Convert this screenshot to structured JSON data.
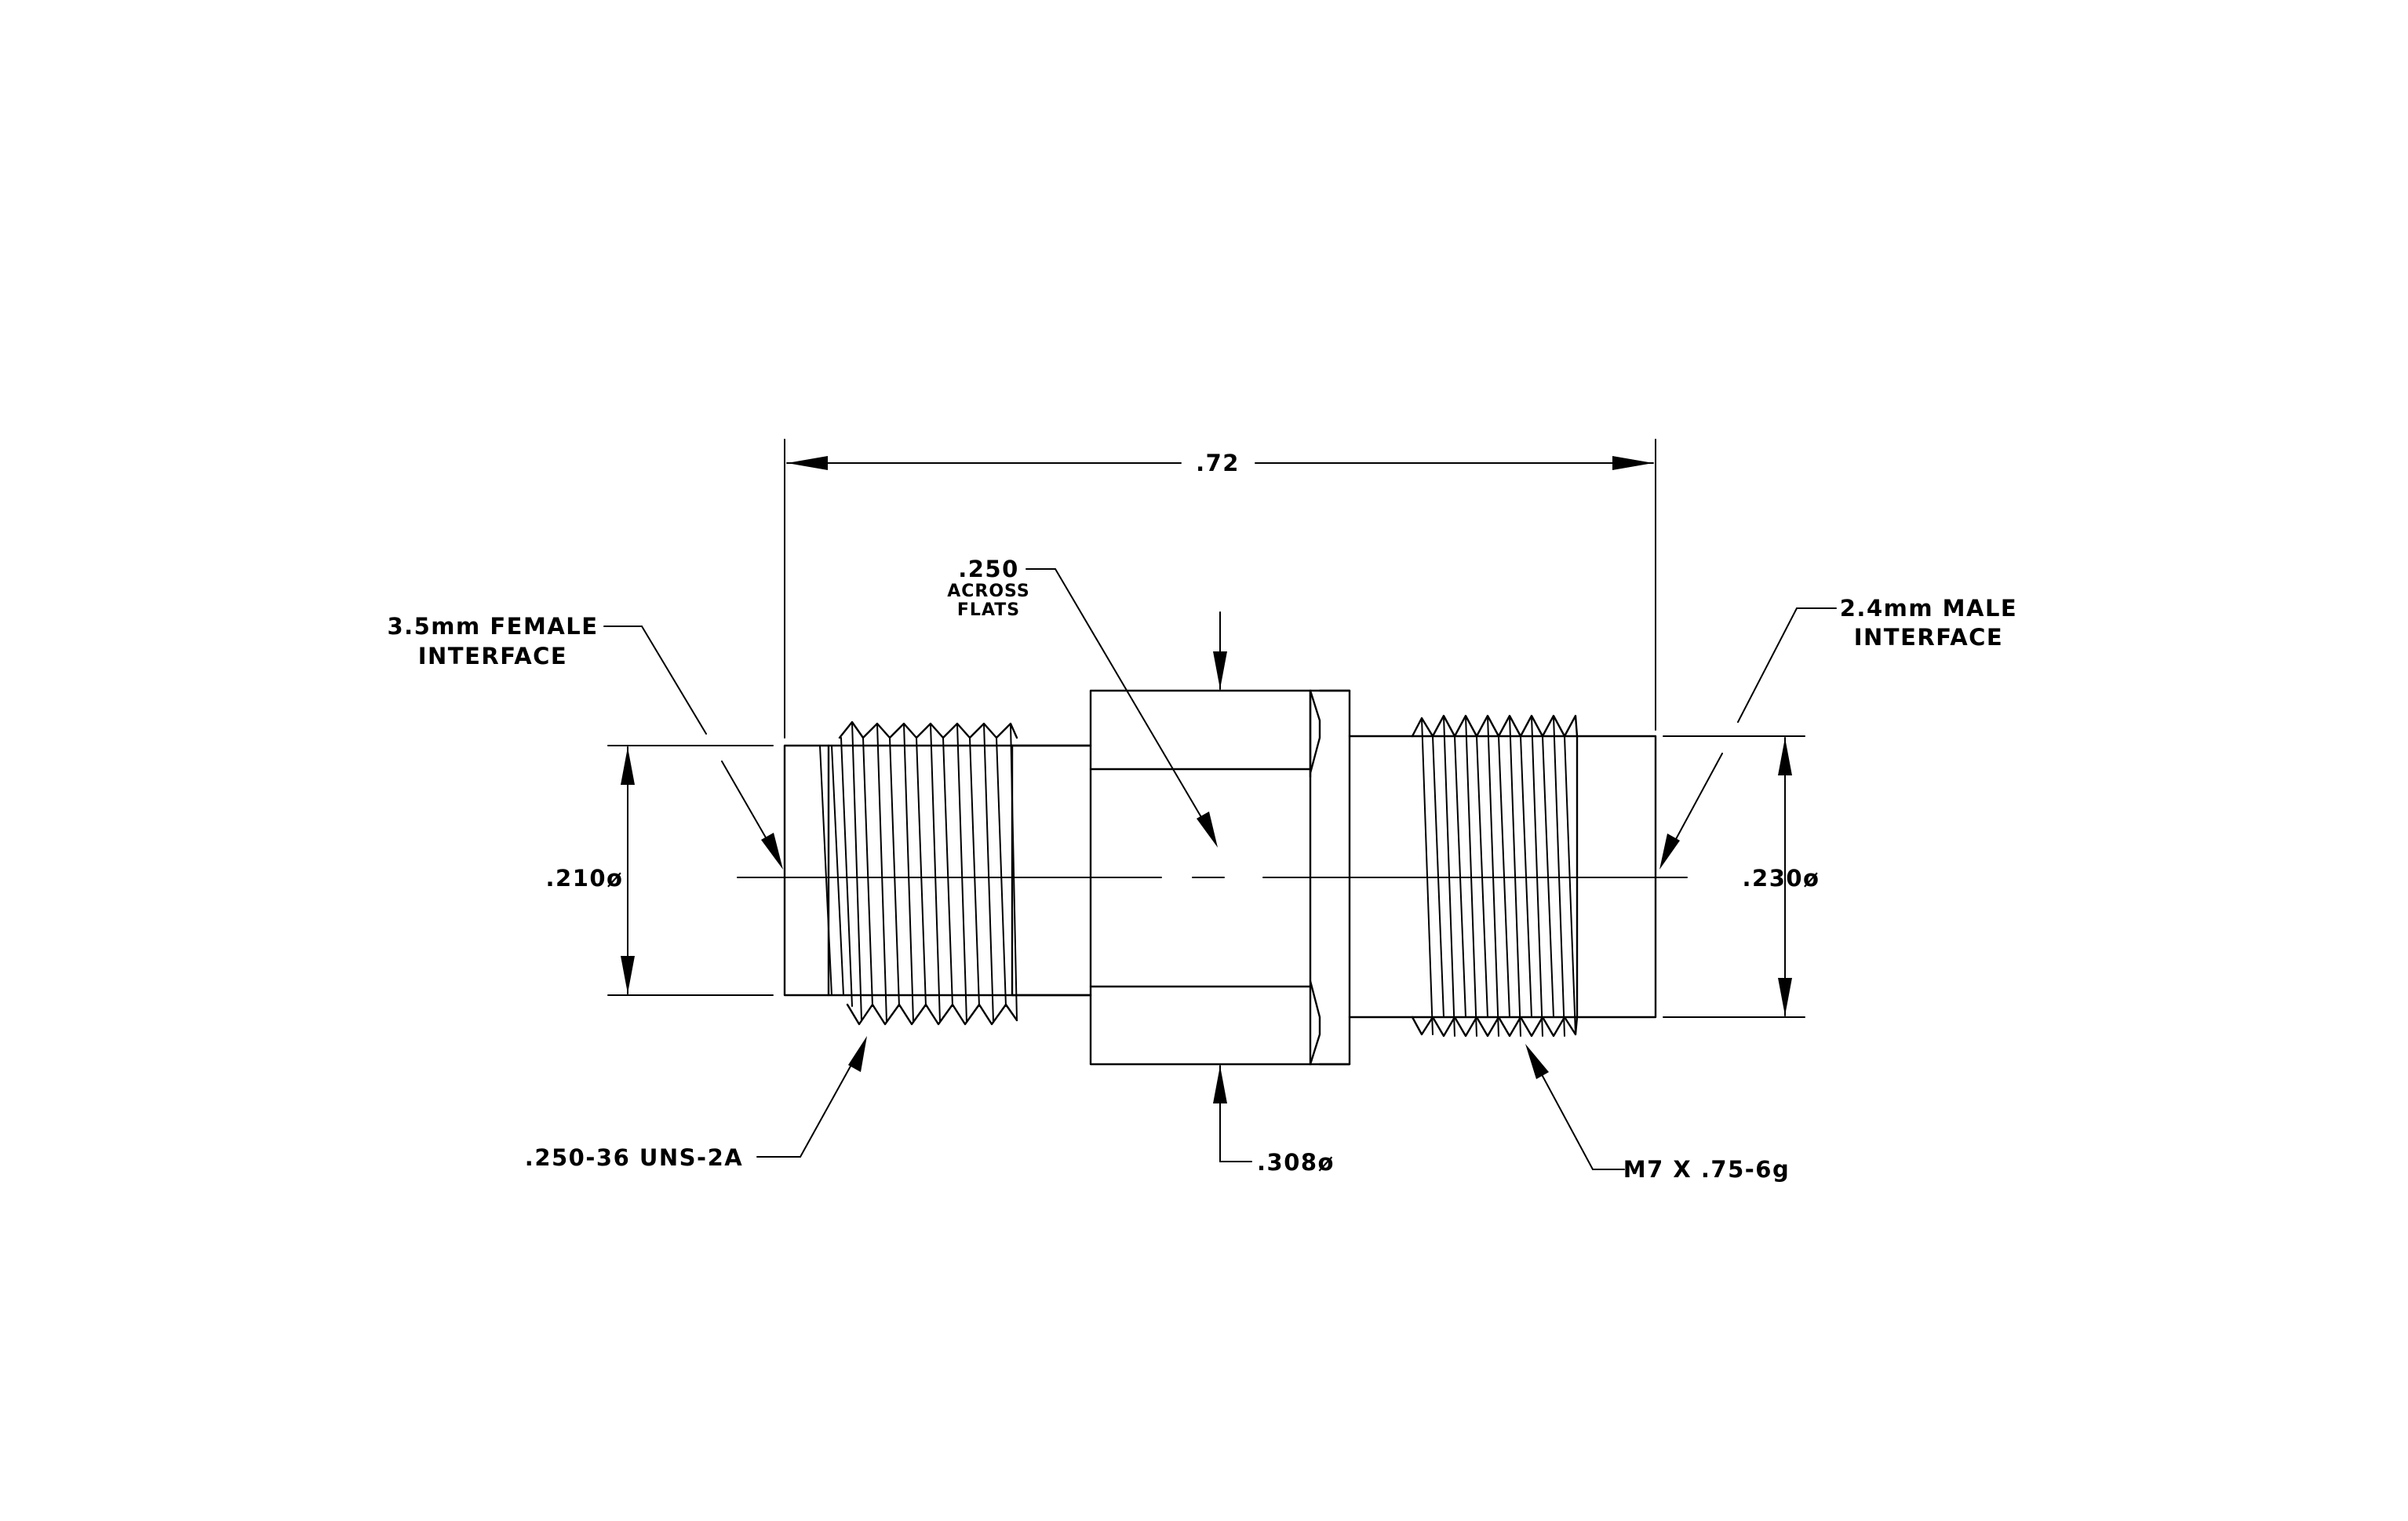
{
  "drawing": {
    "dimensions": {
      "overall_length": ".72",
      "across_flats_value": ".250",
      "across_flats_line1": "ACROSS",
      "across_flats_line2": "FLATS",
      "left_diameter": ".210ø",
      "right_diameter": ".230ø",
      "hex_diameter": ".308ø"
    },
    "callouts": {
      "left_interface_line1": "3.5mm FEMALE",
      "left_interface_line2": "INTERFACE",
      "right_interface_line1": "2.4mm MALE",
      "right_interface_line2": "INTERFACE",
      "left_thread": ".250-36 UNS-2A",
      "right_thread": "M7 X .75-6g"
    }
  }
}
